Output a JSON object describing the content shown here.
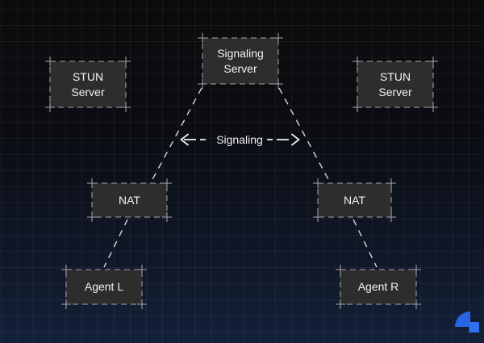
{
  "diagram": {
    "nodes": {
      "signaling_server": {
        "lines": [
          "Signaling",
          "Server"
        ]
      },
      "stun_server_left": {
        "lines": [
          "STUN",
          "Server"
        ]
      },
      "stun_server_right": {
        "lines": [
          "STUN",
          "Server"
        ]
      },
      "nat_left": {
        "label": "NAT"
      },
      "nat_right": {
        "label": "NAT"
      },
      "agent_left": {
        "label": "Agent L"
      },
      "agent_right": {
        "label": "Agent R"
      }
    },
    "edges": {
      "signaling_label": "Signaling"
    },
    "colors": {
      "background_top": "#0b0b0c",
      "background_bottom": "#13203a",
      "node_fill": "#2d2d2d",
      "node_border": "#a8a8a8",
      "connector": "#d7d8da",
      "label_text": "#f2f2f2",
      "logo_blue": "#2766e3",
      "logo_blue_light": "#2e70ee"
    },
    "logo_icon": "quarter-circle-logo"
  }
}
